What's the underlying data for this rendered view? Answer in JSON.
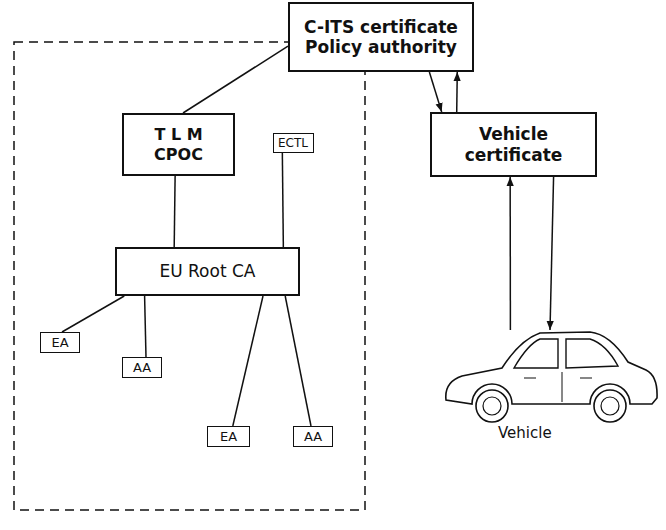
{
  "diagram": {
    "nodes": [
      {
        "text": [
          "C-ITS certificate Policy authority"
        ]
      },
      {
        "text": [
          "T L M CPOC"
        ]
      },
      {
        "text": [
          "ECTL"
        ]
      },
      {
        "text": [
          "Vehicle certificate"
        ]
      },
      {
        "text": [
          "EU Root CA"
        ]
      },
      {
        "text": [
          "EA"
        ]
      },
      {
        "text": [
          "AA"
        ]
      },
      {
        "text": [
          "EA"
        ]
      },
      {
        "text": [
          "AA"
        ]
      },
      {
        "text": [
          "Vehicle"
        ]
      }
    ],
    "edges": [
      {
        "from": 0,
        "to": 1,
        "arrow": "none"
      },
      {
        "from": 0,
        "to": 3,
        "arrow": "to"
      },
      {
        "from": 3,
        "to": 0,
        "arrow": "to"
      },
      {
        "from": 1,
        "to": 4,
        "arrow": "none"
      },
      {
        "from": 2,
        "to": 4,
        "arrow": "none"
      },
      {
        "from": 4,
        "to": 5,
        "arrow": "none"
      },
      {
        "from": 4,
        "to": 6,
        "arrow": "none"
      },
      {
        "from": 4,
        "to": 7,
        "arrow": "none"
      },
      {
        "from": 4,
        "to": 8,
        "arrow": "none"
      },
      {
        "from": 9,
        "to": 3,
        "arrow": "to"
      },
      {
        "from": 3,
        "to": 9,
        "arrow": "to"
      }
    ]
  }
}
